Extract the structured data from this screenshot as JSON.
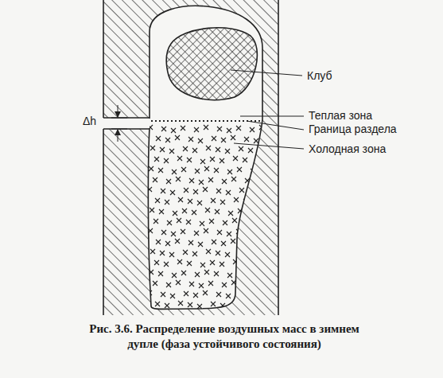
{
  "diagram": {
    "caption": "Рис. 3.6. Распределение воздушных масс в зимнем дупле (фаза устойчивого состояния)",
    "labels": [
      "Клуб",
      "Теплая зона",
      "Граница раздела",
      "Холодная зона",
      "Δh"
    ]
  }
}
